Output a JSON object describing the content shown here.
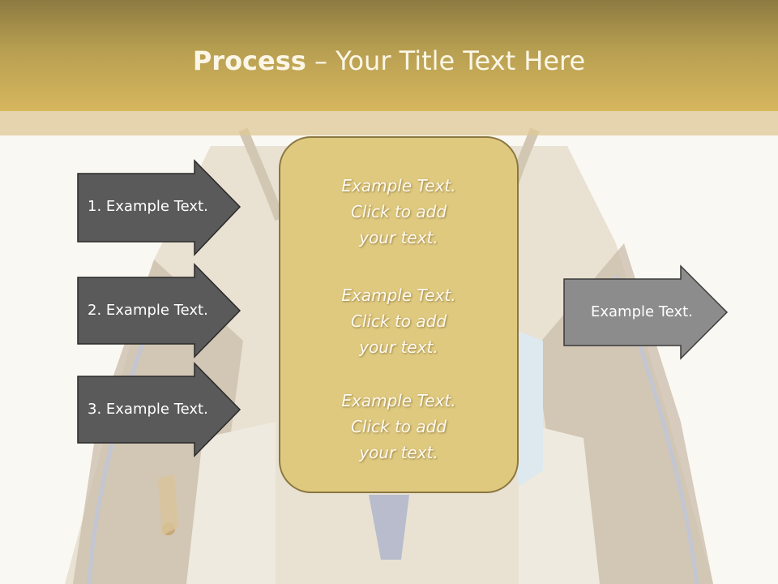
{
  "slide": {
    "title_bold": "Process",
    "title_rest": " – Your Title Text Here"
  },
  "left_arrows": [
    {
      "label": "1. Example Text."
    },
    {
      "label": "2. Example Text."
    },
    {
      "label": "3. Example Text."
    }
  ],
  "center_box": {
    "blocks": [
      {
        "line1": "Example Text.",
        "line2": "Click  to add",
        "line3": "your text."
      },
      {
        "line1": "Example Text.",
        "line2": "Click  to add",
        "line3": "your text."
      },
      {
        "line1": "Example Text.",
        "line2": "Click  to add",
        "line3": "your text."
      }
    ]
  },
  "right_arrow": {
    "label": "Example Text."
  },
  "colors": {
    "header": "#b79f51",
    "dark_arrow": "#5a5a5a",
    "light_arrow": "#8c8c8c",
    "center_box": "#dfc97f"
  }
}
